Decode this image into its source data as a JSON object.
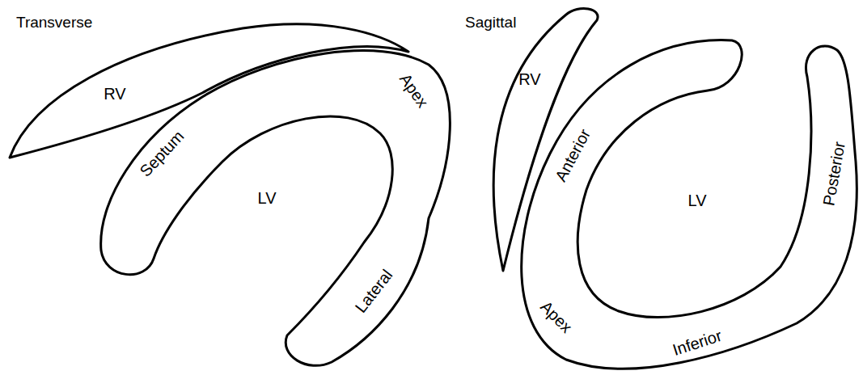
{
  "diagram": {
    "labels": [
      "Transverse",
      "Sagittal",
      "RV",
      "Septum",
      "LV",
      "Apex",
      "Lateral",
      "RV",
      "Anterior",
      "LV",
      "Posterior",
      "Apex",
      "Inferior"
    ]
  }
}
